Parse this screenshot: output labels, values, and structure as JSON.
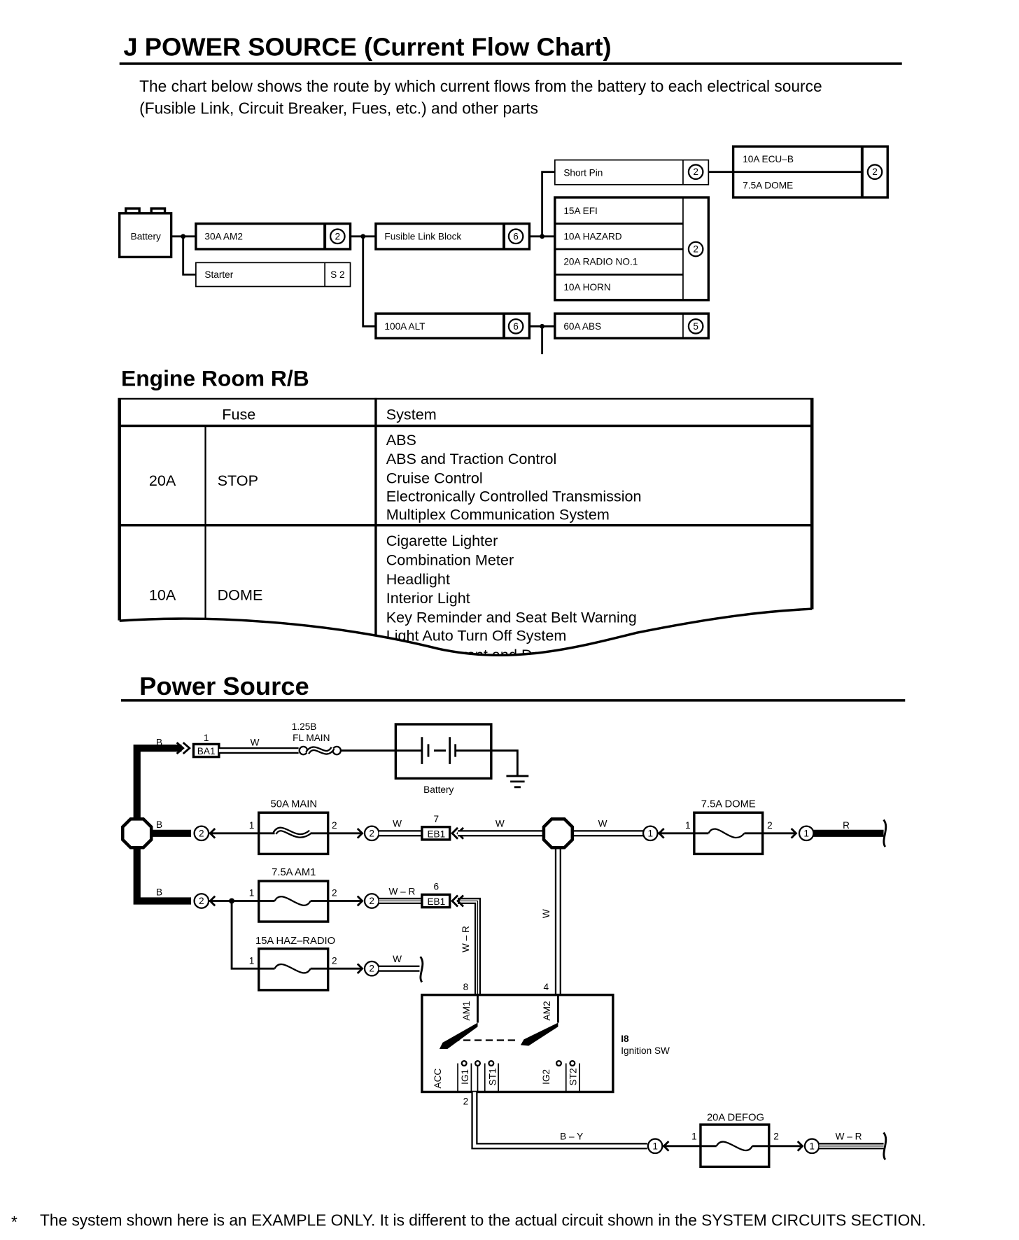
{
  "title": "J POWER SOURCE (Current Flow Chart)",
  "intro": [
    "The chart below shows the route by which current flows from the battery to each electrical source",
    "(Fusible Link, Circuit Breaker, Fues, etc.) and other parts"
  ],
  "flow": {
    "battery": "Battery",
    "am2": "30A AM2",
    "am2_loc": "2",
    "starter": "Starter",
    "starter_loc": "S 2",
    "flb": "Fusible Link Block",
    "flb_loc": "6",
    "alt": "100A ALT",
    "alt_loc": "6",
    "short_pin": "Short Pin",
    "short_pin_loc": "2",
    "group": [
      "15A EFI",
      "10A HAZARD",
      "20A RADIO NO.1",
      "10A HORN"
    ],
    "group_loc": "2",
    "ecu": [
      "10A ECU–B",
      "7.5A DOME"
    ],
    "ecu_loc": "2",
    "abs": "60A ABS",
    "abs_loc": "5"
  },
  "engine_room": {
    "heading": "Engine Room R/B",
    "headers": [
      "Fuse",
      "System"
    ],
    "rows": [
      {
        "amp": "20A",
        "name": "STOP",
        "systems": [
          "ABS",
          "ABS and Traction Control",
          "Cruise Control",
          "Electronically Controlled Transmission",
          "Multiplex Communication System"
        ]
      },
      {
        "amp": "10A",
        "name": "DOME",
        "systems": [
          "Cigarette Lighter",
          "Combination Meter",
          "Headlight",
          "Interior Light",
          "Key Reminder and Seat Belt Warning",
          "Light Auto Turn Off System",
          "Theft Deterrent and Door Lock"
        ]
      }
    ]
  },
  "power_source": {
    "heading": "Power Source",
    "labels": {
      "b": "B",
      "w": "W",
      "r": "R",
      "wr": "W – R",
      "by": "B – Y",
      "ba1": "BA1",
      "ba1_pin": "1",
      "fl_main_1": "1.25B",
      "fl_main_2": "FL MAIN",
      "battery": "Battery",
      "main": "50A MAIN",
      "dome": "7.5A DOME",
      "am1": "7.5A AM1",
      "haz": "15A HAZ–RADIO",
      "defog": "20A DEFOG",
      "eb1": "EB1",
      "eb1_pin7": "7",
      "eb1_pin6": "6",
      "pin1": "1",
      "pin2": "2",
      "pin4": "4",
      "pin8": "8",
      "am1_term": "AM1",
      "am2_term": "AM2",
      "acc": "ACC",
      "ig1": "IG1",
      "st1": "ST1",
      "ig2": "IG2",
      "st2": "ST2",
      "ign_code": "I8",
      "ign_name": "Ignition SW"
    }
  },
  "footnote": {
    "mark": "*",
    "text": "The system shown here is an EXAMPLE ONLY. It is different to the actual circuit shown in the SYSTEM CIRCUITS SECTION."
  }
}
